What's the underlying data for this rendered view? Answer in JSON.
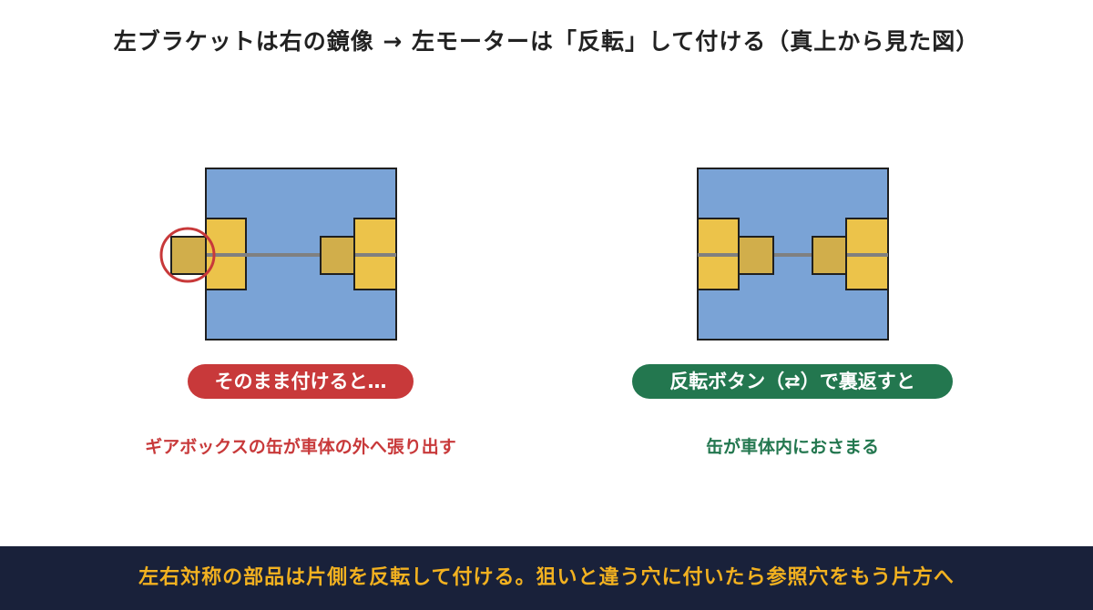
{
  "title": "左ブラケットは右の鏡像 → 左モーターは「反転」して付ける（真上から見た図）",
  "left_panel": {
    "pill_label": "そのまま付けると…",
    "caption": "ギアボックスの缶が車体の外へ張り出す",
    "accent_color": "#c8393a"
  },
  "right_panel": {
    "pill_label": "反転ボタン（⇄）で裏返すと",
    "caption": "缶が車体内におさまる",
    "accent_color": "#23774f"
  },
  "footer": {
    "text": "左右対称の部品は片側を反転して付ける。狙いと違う穴に付いたら参照穴をもう片方へ"
  },
  "colors": {
    "body_blue": "#7aa3d6",
    "bracket_yellow": "#ecc34a",
    "gearbox_gold": "#d1ae4b",
    "axle_gray": "#808080",
    "outline": "#1f1f1f",
    "footer_bg": "#19213a",
    "footer_text": "#f2b120"
  }
}
